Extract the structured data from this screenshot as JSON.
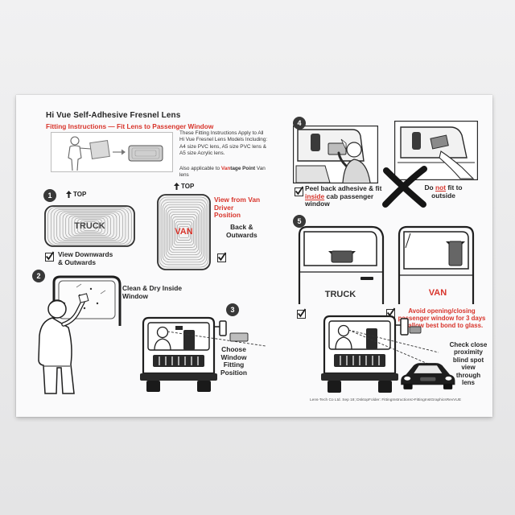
{
  "document": {
    "title": "Hi Vue Self-Adhesive Fresnel Lens",
    "subtitle": "Fitting Instructions — Fit Lens to Passenger Window"
  },
  "intro": {
    "applies_to": "These Fitting Instructions Apply to All Hi Vue Fresnel Lens Models Including: A4 size PVC lens, A5 size PVC lens & A5 size Acrylic lens.",
    "also_prefix": "Also applicable to ",
    "also_brand_red": "Van",
    "also_brand_rest": "tage Point",
    "also_suffix": " Van lens"
  },
  "step1": {
    "number": "1",
    "top_label": "TOP",
    "lens_label": "TRUCK",
    "caption": "View Downwards & Outwards"
  },
  "van_lens": {
    "top_label": "TOP",
    "lens_label": "VAN",
    "note": "View from Van Driver Position",
    "caption": "Back & Outwards"
  },
  "step2": {
    "number": "2",
    "caption": "Clean & Dry Inside Window"
  },
  "step3": {
    "number": "3",
    "caption": "Choose Window Fitting Position"
  },
  "step4": {
    "number": "4",
    "caption_before": "Peel back adhesive & fit ",
    "caption_emph": "inside",
    "caption_after": " cab passenger window",
    "wrong_before": "Do ",
    "wrong_emph": "not",
    "wrong_after": " fit to outside"
  },
  "step5": {
    "number": "5",
    "truck_label": "TRUCK",
    "van_label": "VAN",
    "warning": "Avoid opening/closing passenger window for 3 days to allow best bond to glass.",
    "check_note": "Check close proximity blind spot view through lens"
  },
  "footer": {
    "text": "Lens-Tech Co Ltd.   Sep 18;   DsktopFolder:  FittingInstructions>FittingInstGraphicsRevVUE"
  },
  "icons": [
    "person-holding-lens-icon",
    "arrow-up-icon",
    "checkbox-icon",
    "person-cleaning-icon",
    "truck-front-icon",
    "car-icon",
    "cross-icon"
  ],
  "colors": {
    "accent_red": "#d8352c",
    "ink": "#262626",
    "paper": "#fafafb"
  }
}
